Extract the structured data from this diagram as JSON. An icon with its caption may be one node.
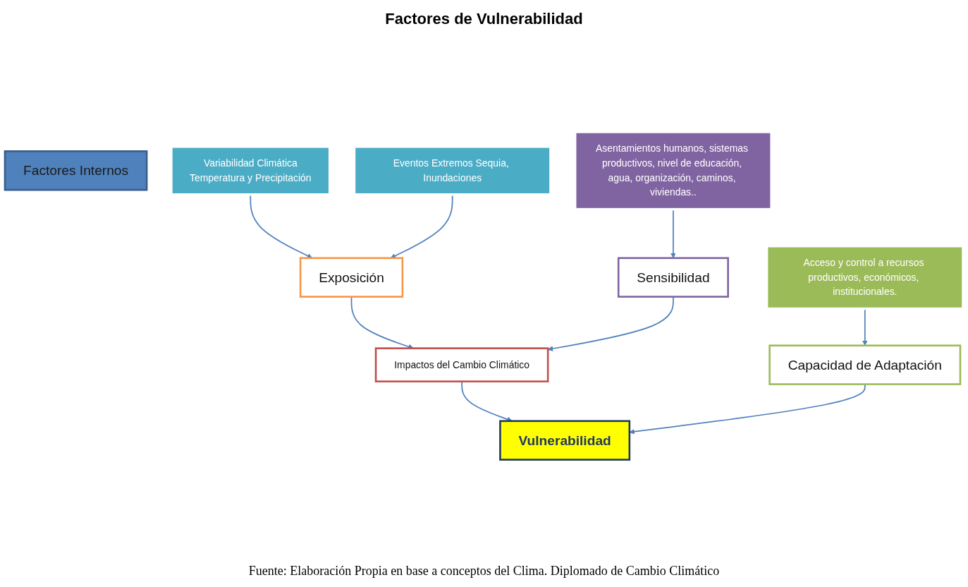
{
  "diagram": {
    "title": "Factores de Vulnerabilidad",
    "caption": "Fuente: Elaboración Propia en base a conceptos del Clima. Diplomado de Cambio Climático",
    "nodes": [
      {
        "text": [
          "Factores Internos"
        ]
      },
      {
        "text": [
          "Variabilidad Climática",
          "Temperatura y Precipitación"
        ]
      },
      {
        "text": [
          "Eventos Extremos Sequia, Inundaciones"
        ]
      },
      {
        "text": [
          "Asentamientos humanos, sistemas productivos, nivel de educación, agua, organización, caminos, viviendas.."
        ]
      },
      {
        "text": [
          "Acceso y control a recursos productivos, económicos, institucionales."
        ]
      },
      {
        "text": [
          "Exposición"
        ]
      },
      {
        "text": [
          "Sensibilidad"
        ]
      },
      {
        "text": [
          "Capacidad de Adaptación"
        ]
      },
      {
        "text": [
          "Impactos del Cambio Climático"
        ]
      },
      {
        "text": [
          "Vulnerabilidad"
        ]
      }
    ],
    "edges": [
      {
        "from": 1,
        "to": 5,
        "arrow": "to"
      },
      {
        "from": 2,
        "to": 5,
        "arrow": "to"
      },
      {
        "from": 3,
        "to": 6,
        "arrow": "to"
      },
      {
        "from": 4,
        "to": 7,
        "arrow": "to"
      },
      {
        "from": 5,
        "to": 8,
        "arrow": "to"
      },
      {
        "from": 6,
        "to": 8,
        "arrow": "to"
      },
      {
        "from": 8,
        "to": 9,
        "arrow": "to"
      },
      {
        "from": 7,
        "to": 9,
        "arrow": "to"
      }
    ]
  }
}
